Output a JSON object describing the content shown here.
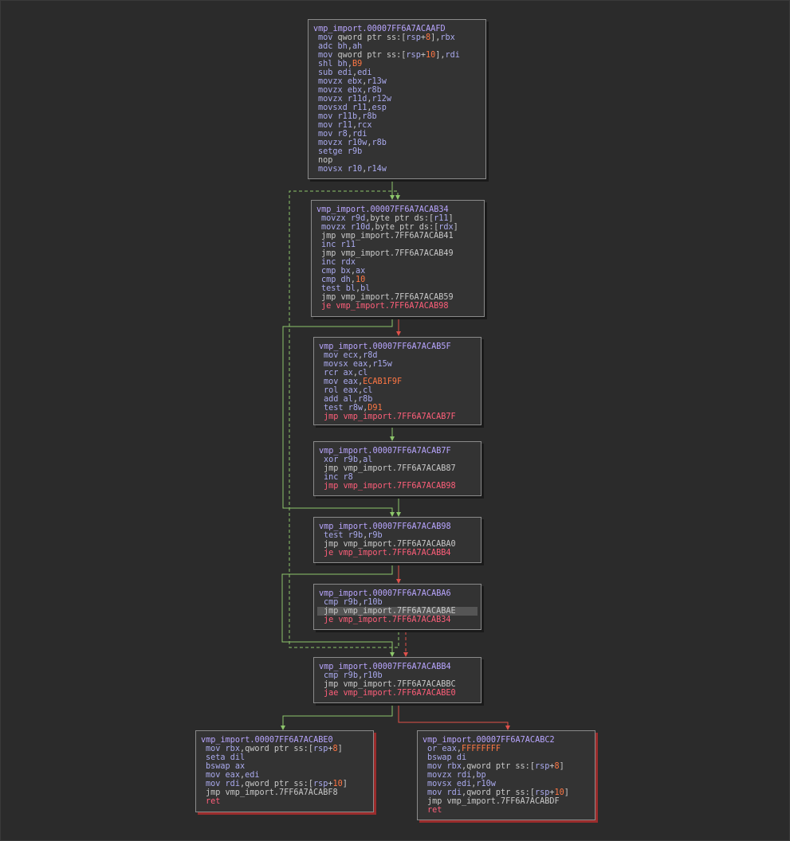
{
  "colors": {
    "background": "#2b2b2b",
    "block_bg": "#333333",
    "border": "#8a8a8a",
    "label": "#b9a6ff",
    "register": "#aaaaee",
    "number": "#ff7744",
    "conditional_jump": "#ff5f7a",
    "edge_true": "#8dc66b",
    "edge_false": "#e0504a"
  },
  "blocks": [
    {
      "id": "b1",
      "label": "vmp_import.00007FF6A7ACAAFD",
      "lines": [
        [
          [
            "mn",
            "mov"
          ],
          [
            "op",
            " qword ptr ss:["
          ],
          [
            "reg",
            "rsp"
          ],
          [
            "op",
            "+"
          ],
          [
            "num",
            "8"
          ],
          [
            "op",
            "],"
          ],
          [
            "reg",
            "rbx"
          ]
        ],
        [
          [
            "mn",
            "adc"
          ],
          [
            "op",
            " "
          ],
          [
            "reg",
            "bh"
          ],
          [
            "op",
            ","
          ],
          [
            "reg",
            "ah"
          ]
        ],
        [
          [
            "mn",
            "mov"
          ],
          [
            "op",
            " qword ptr ss:["
          ],
          [
            "reg",
            "rsp"
          ],
          [
            "op",
            "+"
          ],
          [
            "num",
            "10"
          ],
          [
            "op",
            "],"
          ],
          [
            "reg",
            "rdi"
          ]
        ],
        [
          [
            "mn",
            "shl"
          ],
          [
            "op",
            " "
          ],
          [
            "reg",
            "bh"
          ],
          [
            "op",
            ","
          ],
          [
            "num",
            "B9"
          ]
        ],
        [
          [
            "mn",
            "sub"
          ],
          [
            "op",
            " "
          ],
          [
            "reg",
            "edi"
          ],
          [
            "op",
            ","
          ],
          [
            "reg",
            "edi"
          ]
        ],
        [
          [
            "mn",
            "movzx"
          ],
          [
            "op",
            " "
          ],
          [
            "reg",
            "ebx"
          ],
          [
            "op",
            ","
          ],
          [
            "reg",
            "r13w"
          ]
        ],
        [
          [
            "mn",
            "movzx"
          ],
          [
            "op",
            " "
          ],
          [
            "reg",
            "ebx"
          ],
          [
            "op",
            ","
          ],
          [
            "reg",
            "r8b"
          ]
        ],
        [
          [
            "mn",
            "movzx"
          ],
          [
            "op",
            " "
          ],
          [
            "reg",
            "r11d"
          ],
          [
            "op",
            ","
          ],
          [
            "reg",
            "r12w"
          ]
        ],
        [
          [
            "mn",
            "movsxd"
          ],
          [
            "op",
            " "
          ],
          [
            "reg",
            "r11"
          ],
          [
            "op",
            ","
          ],
          [
            "reg",
            "esp"
          ]
        ],
        [
          [
            "mn",
            "mov"
          ],
          [
            "op",
            " "
          ],
          [
            "reg",
            "r11b"
          ],
          [
            "op",
            ","
          ],
          [
            "reg",
            "r8b"
          ]
        ],
        [
          [
            "mn",
            "mov"
          ],
          [
            "op",
            " "
          ],
          [
            "reg",
            "r11"
          ],
          [
            "op",
            ","
          ],
          [
            "reg",
            "rcx"
          ]
        ],
        [
          [
            "mn",
            "mov"
          ],
          [
            "op",
            " "
          ],
          [
            "reg",
            "r8"
          ],
          [
            "op",
            ","
          ],
          [
            "reg",
            "rdi"
          ]
        ],
        [
          [
            "mn",
            "movzx"
          ],
          [
            "op",
            " "
          ],
          [
            "reg",
            "r10w"
          ],
          [
            "op",
            ","
          ],
          [
            "reg",
            "r8b"
          ]
        ],
        [
          [
            "mn",
            "setge"
          ],
          [
            "op",
            " "
          ],
          [
            "reg",
            "r9b"
          ]
        ],
        [
          [
            "kw",
            "nop"
          ]
        ],
        [
          [
            "mn",
            "movsx"
          ],
          [
            "op",
            " "
          ],
          [
            "reg",
            "r10"
          ],
          [
            "op",
            ","
          ],
          [
            "reg",
            "r14w"
          ]
        ]
      ]
    },
    {
      "id": "b2",
      "label": "vmp_import.00007FF6A7ACAB34",
      "lines": [
        [
          [
            "mn",
            "movzx"
          ],
          [
            "op",
            " "
          ],
          [
            "reg",
            "r9d"
          ],
          [
            "op",
            ",byte ptr ds:["
          ],
          [
            "reg",
            "r11"
          ],
          [
            "op",
            "]"
          ]
        ],
        [
          [
            "mn",
            "movzx"
          ],
          [
            "op",
            " "
          ],
          [
            "reg",
            "r10d"
          ],
          [
            "op",
            ",byte ptr ds:["
          ],
          [
            "reg",
            "rdx"
          ],
          [
            "op",
            "]"
          ]
        ],
        [
          [
            "mn-jmp",
            "jmp"
          ],
          [
            "op",
            " vmp_import.7FF6A7ACAB41"
          ]
        ],
        [
          [
            "mn",
            "inc"
          ],
          [
            "op",
            " "
          ],
          [
            "reg",
            "r11"
          ]
        ],
        [
          [
            "mn-jmp",
            "jmp"
          ],
          [
            "op",
            " vmp_import.7FF6A7ACAB49"
          ]
        ],
        [
          [
            "mn",
            "inc"
          ],
          [
            "op",
            " "
          ],
          [
            "reg",
            "rdx"
          ]
        ],
        [
          [
            "mn",
            "cmp"
          ],
          [
            "op",
            " "
          ],
          [
            "reg",
            "bx"
          ],
          [
            "op",
            ","
          ],
          [
            "reg",
            "ax"
          ]
        ],
        [
          [
            "mn",
            "cmp"
          ],
          [
            "op",
            " "
          ],
          [
            "reg",
            "dh"
          ],
          [
            "op",
            ","
          ],
          [
            "num",
            "10"
          ]
        ],
        [
          [
            "mn",
            "test"
          ],
          [
            "op",
            " "
          ],
          [
            "reg",
            "bl"
          ],
          [
            "op",
            ","
          ],
          [
            "reg",
            "bl"
          ]
        ],
        [
          [
            "mn-jmp",
            "jmp"
          ],
          [
            "op",
            " vmp_import.7FF6A7ACAB59"
          ]
        ],
        [
          [
            "mn-jcc",
            "je vmp_import.7FF6A7ACAB98"
          ]
        ]
      ]
    },
    {
      "id": "b3",
      "label": "vmp_import.00007FF6A7ACAB5F",
      "lines": [
        [
          [
            "mn",
            "mov"
          ],
          [
            "op",
            " "
          ],
          [
            "reg",
            "ecx"
          ],
          [
            "op",
            ","
          ],
          [
            "reg",
            "r8d"
          ]
        ],
        [
          [
            "mn",
            "movsx"
          ],
          [
            "op",
            " "
          ],
          [
            "reg",
            "eax"
          ],
          [
            "op",
            ","
          ],
          [
            "reg",
            "r15w"
          ]
        ],
        [
          [
            "mn",
            "rcr"
          ],
          [
            "op",
            " "
          ],
          [
            "reg",
            "ax"
          ],
          [
            "op",
            ","
          ],
          [
            "reg",
            "cl"
          ]
        ],
        [
          [
            "mn",
            "mov"
          ],
          [
            "op",
            " "
          ],
          [
            "reg",
            "eax"
          ],
          [
            "op",
            ","
          ],
          [
            "num",
            "ECAB1F9F"
          ]
        ],
        [
          [
            "mn",
            "rol"
          ],
          [
            "op",
            " "
          ],
          [
            "reg",
            "eax"
          ],
          [
            "op",
            ","
          ],
          [
            "reg",
            "cl"
          ]
        ],
        [
          [
            "mn",
            "add"
          ],
          [
            "op",
            " "
          ],
          [
            "reg",
            "al"
          ],
          [
            "op",
            ","
          ],
          [
            "reg",
            "r8b"
          ]
        ],
        [
          [
            "mn",
            "test"
          ],
          [
            "op",
            " "
          ],
          [
            "reg",
            "r8w"
          ],
          [
            "op",
            ","
          ],
          [
            "num",
            "D91"
          ]
        ],
        [
          [
            "mn-jcc",
            "jmp vmp_import.7FF6A7ACAB7F"
          ]
        ]
      ]
    },
    {
      "id": "b4",
      "label": "vmp_import.00007FF6A7ACAB7F",
      "lines": [
        [
          [
            "mn",
            "xor"
          ],
          [
            "op",
            " "
          ],
          [
            "reg",
            "r9b"
          ],
          [
            "op",
            ","
          ],
          [
            "reg",
            "al"
          ]
        ],
        [
          [
            "mn-jmp",
            "jmp"
          ],
          [
            "op",
            " vmp_import.7FF6A7ACAB87"
          ]
        ],
        [
          [
            "mn",
            "inc"
          ],
          [
            "op",
            " "
          ],
          [
            "reg",
            "r8"
          ]
        ],
        [
          [
            "mn-jcc",
            "jmp vmp_import.7FF6A7ACAB98"
          ]
        ]
      ]
    },
    {
      "id": "b5",
      "label": "vmp_import.00007FF6A7ACAB98",
      "lines": [
        [
          [
            "mn",
            "test"
          ],
          [
            "op",
            " "
          ],
          [
            "reg",
            "r9b"
          ],
          [
            "op",
            ","
          ],
          [
            "reg",
            "r9b"
          ]
        ],
        [
          [
            "mn-jmp",
            "jmp"
          ],
          [
            "op",
            " vmp_import.7FF6A7ACABA0"
          ]
        ],
        [
          [
            "mn-jcc",
            "je vmp_import.7FF6A7ACABB4"
          ]
        ]
      ]
    },
    {
      "id": "b6",
      "label": "vmp_import.00007FF6A7ACABA6",
      "lines": [
        [
          [
            "mn",
            "cmp"
          ],
          [
            "op",
            " "
          ],
          [
            "reg",
            "r9b"
          ],
          [
            "op",
            ","
          ],
          [
            "reg",
            "r10b"
          ]
        ],
        [
          [
            "mn-jmp",
            "jmp"
          ],
          [
            "op",
            " vmp_import.7FF6A7ACABAE"
          ]
        ],
        [
          [
            "mn-jcc",
            "je vmp_import.7FF6A7ACAB34"
          ]
        ]
      ]
    },
    {
      "id": "b7",
      "label": "vmp_import.00007FF6A7ACABB4",
      "lines": [
        [
          [
            "mn",
            "cmp"
          ],
          [
            "op",
            " "
          ],
          [
            "reg",
            "r9b"
          ],
          [
            "op",
            ","
          ],
          [
            "reg",
            "r10b"
          ]
        ],
        [
          [
            "mn-jmp",
            "jmp"
          ],
          [
            "op",
            " vmp_import.7FF6A7ACABBC"
          ]
        ],
        [
          [
            "mn-jcc",
            "jae vmp_import.7FF6A7ACABE0"
          ]
        ]
      ]
    },
    {
      "id": "b8",
      "label": "vmp_import.00007FF6A7ACABE0",
      "lines": [
        [
          [
            "mn",
            "mov"
          ],
          [
            "op",
            " "
          ],
          [
            "reg",
            "rbx"
          ],
          [
            "op",
            ",qword ptr ss:["
          ],
          [
            "reg",
            "rsp"
          ],
          [
            "op",
            "+"
          ],
          [
            "num",
            "8"
          ],
          [
            "op",
            "]"
          ]
        ],
        [
          [
            "mn",
            "seta"
          ],
          [
            "op",
            " "
          ],
          [
            "reg",
            "dil"
          ]
        ],
        [
          [
            "mn",
            "bswap"
          ],
          [
            "op",
            " "
          ],
          [
            "reg",
            "ax"
          ]
        ],
        [
          [
            "mn",
            "mov"
          ],
          [
            "op",
            " "
          ],
          [
            "reg",
            "eax"
          ],
          [
            "op",
            ","
          ],
          [
            "reg",
            "edi"
          ]
        ],
        [
          [
            "mn",
            "mov"
          ],
          [
            "op",
            " "
          ],
          [
            "reg",
            "rdi"
          ],
          [
            "op",
            ",qword ptr ss:["
          ],
          [
            "reg",
            "rsp"
          ],
          [
            "op",
            "+"
          ],
          [
            "num",
            "10"
          ],
          [
            "op",
            "]"
          ]
        ],
        [
          [
            "mn-jmp",
            "jmp"
          ],
          [
            "op",
            " vmp_import.7FF6A7ACABF8"
          ]
        ],
        [
          [
            "mn-jcc",
            "ret"
          ]
        ]
      ]
    },
    {
      "id": "b9",
      "label": "vmp_import.00007FF6A7ACABC2",
      "lines": [
        [
          [
            "mn",
            "or"
          ],
          [
            "op",
            " "
          ],
          [
            "reg",
            "eax"
          ],
          [
            "op",
            ","
          ],
          [
            "num",
            "FFFFFFFF"
          ]
        ],
        [
          [
            "mn",
            "bswap"
          ],
          [
            "op",
            " "
          ],
          [
            "reg",
            "di"
          ]
        ],
        [
          [
            "mn",
            "mov"
          ],
          [
            "op",
            " "
          ],
          [
            "reg",
            "rbx"
          ],
          [
            "op",
            ",qword ptr ss:["
          ],
          [
            "reg",
            "rsp"
          ],
          [
            "op",
            "+"
          ],
          [
            "num",
            "8"
          ],
          [
            "op",
            "]"
          ]
        ],
        [
          [
            "mn",
            "movzx"
          ],
          [
            "op",
            " "
          ],
          [
            "reg",
            "rdi"
          ],
          [
            "op",
            ","
          ],
          [
            "reg",
            "bp"
          ]
        ],
        [
          [
            "mn",
            "movsx"
          ],
          [
            "op",
            " "
          ],
          [
            "reg",
            "edi"
          ],
          [
            "op",
            ","
          ],
          [
            "reg",
            "r10w"
          ]
        ],
        [
          [
            "mn",
            "mov"
          ],
          [
            "op",
            " "
          ],
          [
            "reg",
            "rdi"
          ],
          [
            "op",
            ",qword ptr ss:["
          ],
          [
            "reg",
            "rsp"
          ],
          [
            "op",
            "+"
          ],
          [
            "num",
            "10"
          ],
          [
            "op",
            "]"
          ]
        ],
        [
          [
            "mn-jmp",
            "jmp"
          ],
          [
            "op",
            " vmp_import.7FF6A7ACABDF"
          ]
        ],
        [
          [
            "mn-jcc",
            "ret"
          ]
        ]
      ]
    }
  ]
}
